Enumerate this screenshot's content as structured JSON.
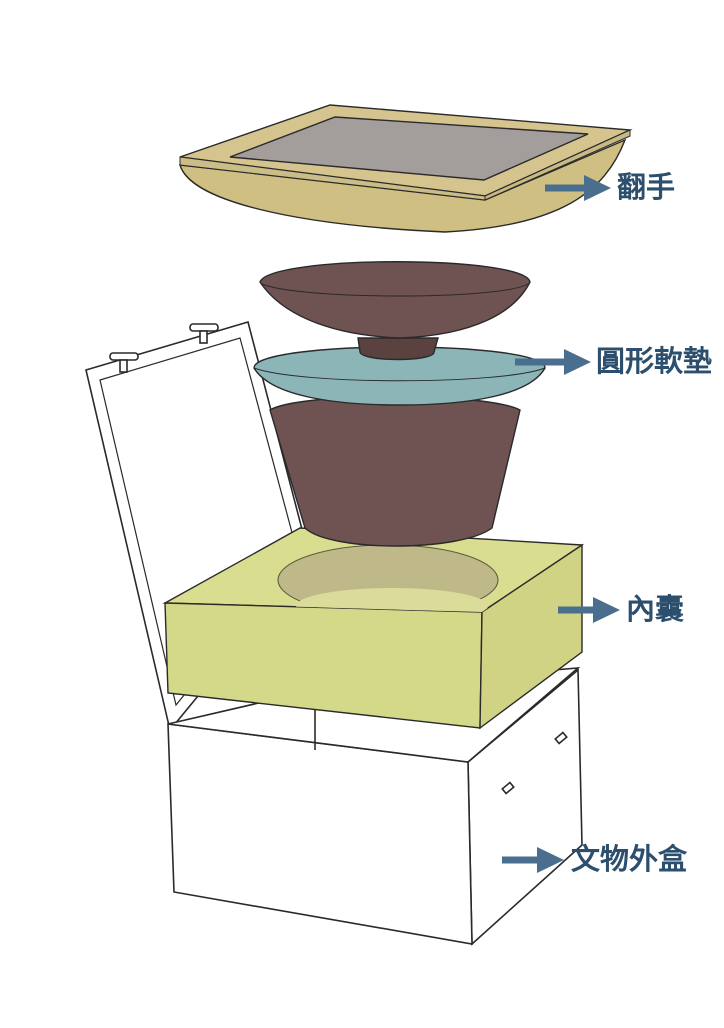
{
  "labels": {
    "lid": "翻手",
    "pad": "圓形軟墊",
    "liner": "內囊",
    "box": "文物外盒"
  },
  "colors": {
    "arrow": "#4a6f8e",
    "label_text": "#2d4f6e",
    "lid_frame": "#d5c48e",
    "lid_underside": "#cfbf82",
    "lid_panel": "#a39e9c",
    "vessel": "#6e5352",
    "vessel_dark": "#5a4240",
    "pad": "#8cb5b8",
    "liner": "#d9dd8f",
    "outline": "#2a2a2a"
  }
}
